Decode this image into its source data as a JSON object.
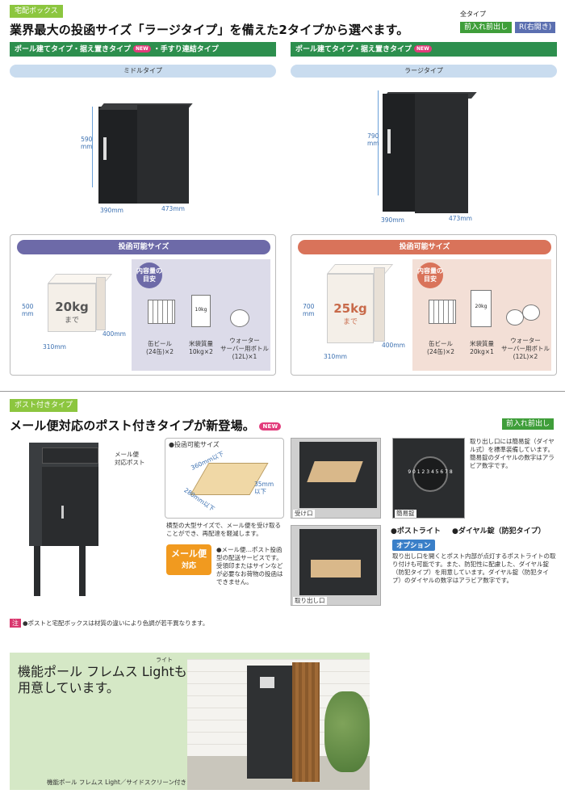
{
  "top": {
    "section_tag": "宅配ボックス",
    "headline": "業界最大の投函サイズ「ラージタイプ」を備えた2タイプから選べます。",
    "all_type_label": "全タイプ",
    "badge_front_front": "前入れ前出し",
    "badge_r_open": "R(右開き)"
  },
  "left": {
    "type_bar_a": "ポール建てタイプ・据え置きタイプ",
    "type_bar_new": "NEW",
    "type_bar_b": "・手すり連結タイプ",
    "variant": "ミドルタイプ",
    "dim_height": "590",
    "dim_height_unit": "mm",
    "dim_width": "390mm",
    "dim_depth": "473mm",
    "panel_title": "投函可能サイズ",
    "cap_height": "500",
    "cap_height_unit": "mm",
    "cap_weight": "20kg",
    "cap_weight_sub": "まで",
    "cap_width": "310mm",
    "cap_depth": "400mm",
    "guide_badge": "内容量の目安",
    "item1": "缶ビール\n(24缶)×2",
    "item2": "米袋質量\n10kg×2",
    "item3": "ウォーター\nサーバー用ボトル\n(12L)×1",
    "bag_label": "10kg"
  },
  "right": {
    "type_bar_a": "ポール建てタイプ・据え置きタイプ",
    "type_bar_new": "NEW",
    "variant": "ラージタイプ",
    "dim_height": "790",
    "dim_height_unit": "mm",
    "dim_width": "390mm",
    "dim_depth": "473mm",
    "panel_title": "投函可能サイズ",
    "cap_height": "700",
    "cap_height_unit": "mm",
    "cap_weight": "25kg",
    "cap_weight_sub": "まで",
    "cap_width": "310mm",
    "cap_depth": "400mm",
    "guide_badge": "内容量の目安",
    "item1": "缶ビール\n(24缶)×2",
    "item2": "米袋質量\n20kg×1",
    "item3": "ウォーター\nサーバー用ボトル\n(12L)×2",
    "bag_label": "20kg"
  },
  "post": {
    "section_tag": "ポスト付きタイプ",
    "headline": "メール便対応のポスト付きタイプが新登場。",
    "new": "NEW",
    "badge_front_front": "前入れ前出し",
    "callout": "メール便\n対応ポスト",
    "size_title": "●投函可能サイズ",
    "env_len": "360mm以下",
    "env_wid": "280mm以下",
    "env_thk": "35mm\n以下",
    "size_note": "横型の大型サイズで、メール便を受け取ることができ、再配達を軽減します。",
    "mail_badge_top": "メール便",
    "mail_badge_bottom": "対応",
    "mail_note": "●メール便…ポスト投函型の配送サービスです。受領印またはサインなどが必要なお荷物の投函はできません。",
    "photo_inlet": "受け口",
    "photo_outlet": "取り出し口",
    "photo_lock": "簡易錠",
    "lock_note": "取り出し口には簡易錠（ダイヤル式）を標準装備しています。簡易錠のダイヤルの数字はアラビア数字です。",
    "feature_light": "●ポストライト",
    "feature_dial": "●ダイヤル錠（防犯タイプ）",
    "option_label": "オプション",
    "option_note": "取り出し口を開くとポスト内部が点灯するポストライトの取り付けも可能です。また、防犯性に配慮した、ダイヤル錠（防犯タイプ）を用意しています。ダイヤル錠（防犯タイプ）のダイヤルの数字はアラビア数字です。",
    "dial_digits": "9 0 1 2 3 4 5 6 7 8"
  },
  "note": {
    "mark": "注",
    "text": "●ポストと宅配ボックスは材質の違いにより色調が若干異なります。"
  },
  "promo": {
    "line1": "機能ポール フレムス Lightも",
    "ruby": "ライト",
    "line2": "用意しています。",
    "caption": "機能ポール フレムス Light／サイドスクリーン付き"
  },
  "colors": {
    "green": "#8cc63f",
    "dark_green": "#2d8f4e",
    "panel_purple": "#6d6aa8",
    "panel_orange": "#d9735a",
    "pink_new": "#e23b7b",
    "promo_bg": "#d5e8c6"
  }
}
